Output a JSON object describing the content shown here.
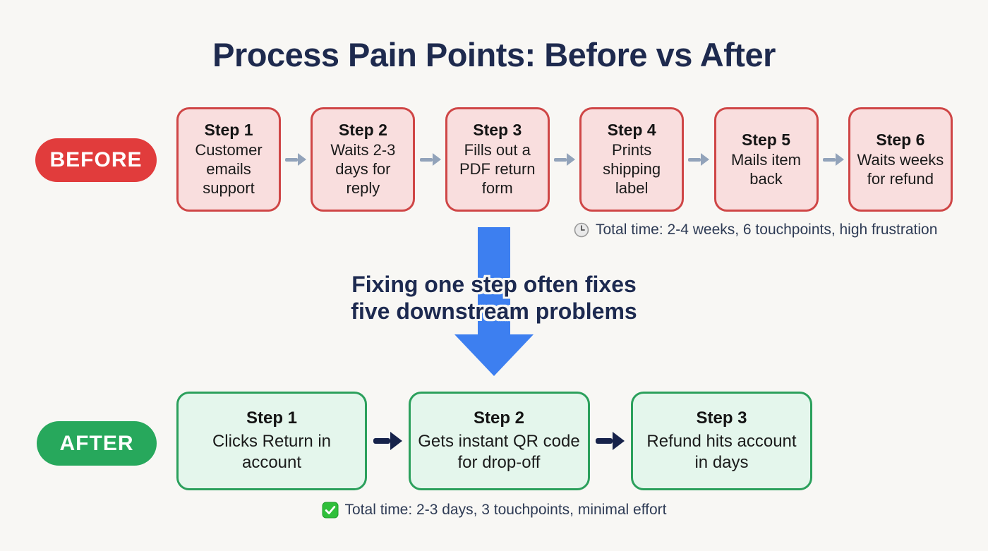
{
  "title": "Process Pain Points: Before vs After",
  "colors": {
    "background": "#f8f7f4",
    "title_navy": "#1e2a4e",
    "before_badge_red": "#e13c3c",
    "before_box_fill": "#f9dede",
    "before_box_border": "#cf4646",
    "gray_arrow": "#92a3ba",
    "blue_arrow": "#3d7ff0",
    "after_badge_green": "#27a85c",
    "after_box_fill": "#e4f6ec",
    "after_box_border": "#2ba05c",
    "navy_arrow": "#16224a",
    "summary_text": "#2e3b55"
  },
  "before": {
    "label": "BEFORE",
    "steps": [
      {
        "title": "Step 1",
        "desc": "Customer emails support"
      },
      {
        "title": "Step 2",
        "desc": "Waits 2-3 days for reply"
      },
      {
        "title": "Step 3",
        "desc": "Fills out a PDF return form"
      },
      {
        "title": "Step 4",
        "desc": "Prints shipping label"
      },
      {
        "title": "Step 5",
        "desc": "Mails item back"
      },
      {
        "title": "Step 6",
        "desc": "Waits weeks for refund"
      }
    ],
    "summary_icon": "clock-icon",
    "summary": "Total time: 2-4 weeks, 6 touchpoints, high frustration"
  },
  "transition": {
    "line1": "Fixing one step often fixes",
    "line2": "five downstream problems"
  },
  "after": {
    "label": "AFTER",
    "steps": [
      {
        "title": "Step 1",
        "desc": "Clicks Return in account"
      },
      {
        "title": "Step 2",
        "desc": "Gets instant QR code for drop-off"
      },
      {
        "title": "Step 3",
        "desc": "Refund hits account in days"
      }
    ],
    "summary_icon": "check-icon",
    "summary": "Total time: 2-3 days, 3 touchpoints, minimal effort"
  }
}
